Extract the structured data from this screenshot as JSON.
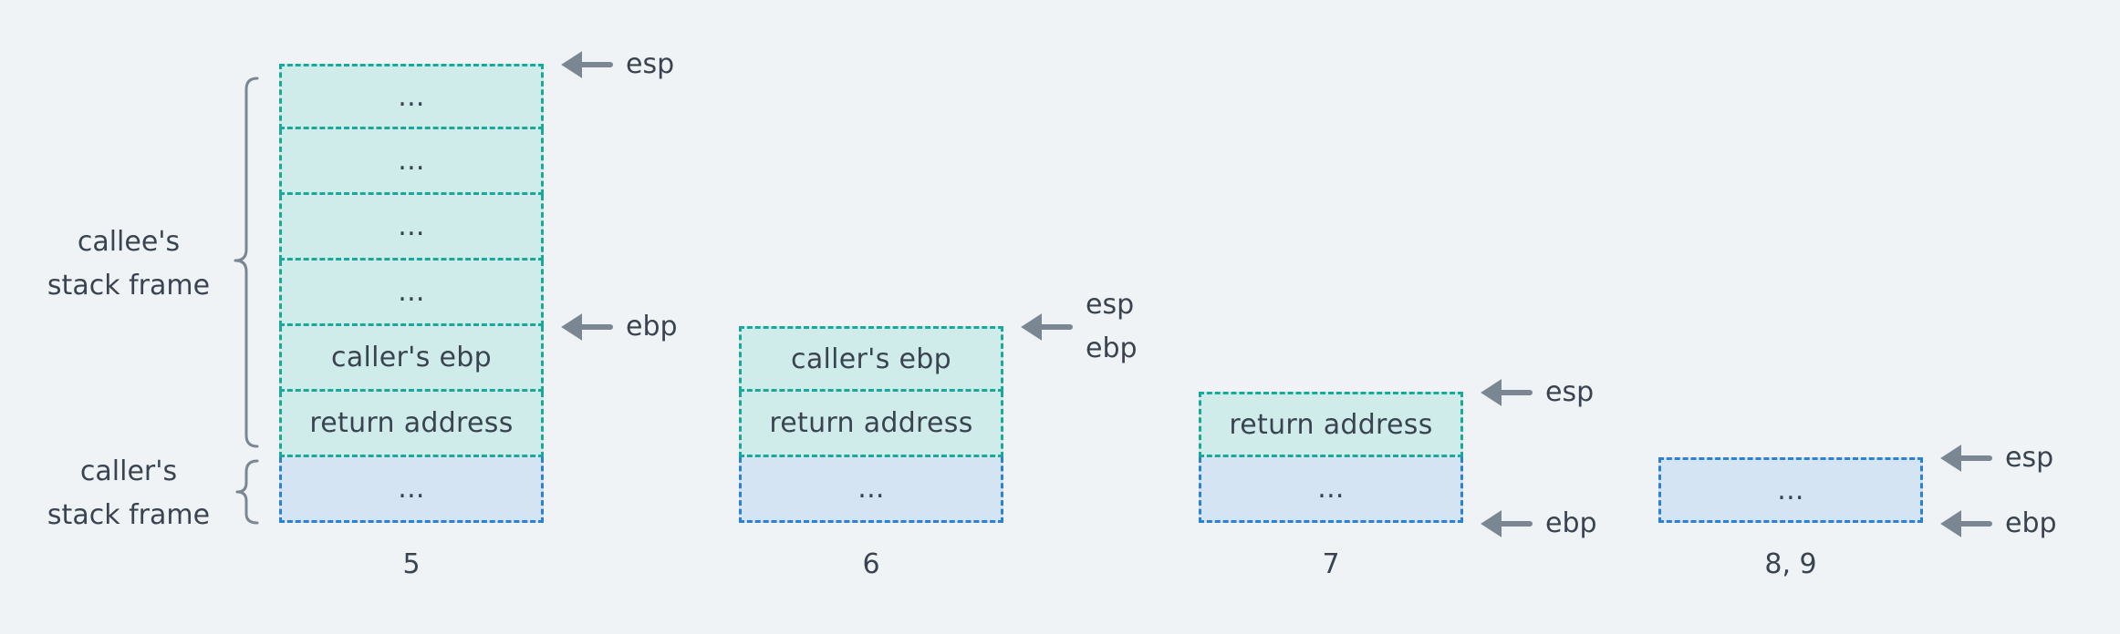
{
  "labels": {
    "callee_frame": [
      "callee's",
      "stack frame"
    ],
    "caller_frame": [
      "caller's",
      "stack frame"
    ]
  },
  "pointers": {
    "esp": "esp",
    "ebp": "ebp"
  },
  "stacks": [
    {
      "caption": "5",
      "cells": [
        "...",
        "...",
        "...",
        "...",
        "caller's ebp",
        "return address",
        "..."
      ],
      "kinds": [
        "callee",
        "callee",
        "callee",
        "callee",
        "callee",
        "callee",
        "caller"
      ],
      "esp_at": "top of cell 1",
      "ebp_at": "top of cell 5 (caller's ebp)"
    },
    {
      "caption": "6",
      "cells": [
        "caller's ebp",
        "return address",
        "..."
      ],
      "kinds": [
        "callee",
        "callee",
        "caller"
      ],
      "esp_ebp_at": "top of cell 1 (caller's ebp)"
    },
    {
      "caption": "7",
      "cells": [
        "return address",
        "..."
      ],
      "kinds": [
        "callee",
        "caller"
      ],
      "esp_at": "top of cell 1 (return address)",
      "ebp_at": "bottom of stack"
    },
    {
      "caption": "8, 9",
      "cells": [
        "..."
      ],
      "kinds": [
        "caller"
      ],
      "esp_at": "top of cell 1",
      "ebp_at": "bottom of stack"
    }
  ],
  "colors": {
    "callee_fill": "#d0ecea",
    "callee_border": "#1aa89a",
    "caller_fill": "#d5e4f3",
    "caller_border": "#2c82d2",
    "arrow": "#7a8793",
    "background": "#f0f3f6"
  }
}
